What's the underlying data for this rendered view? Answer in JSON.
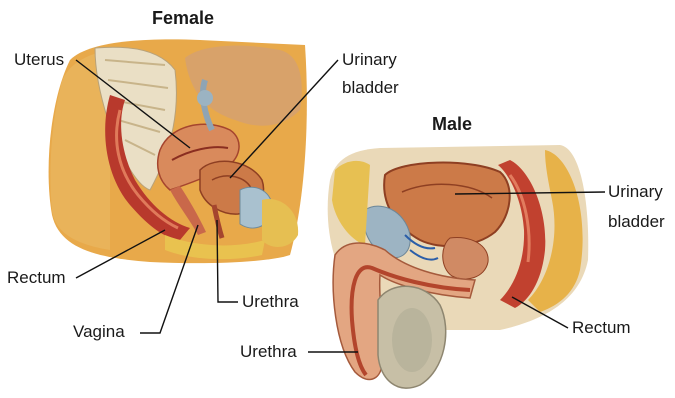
{
  "female": {
    "title": "Female",
    "labels": {
      "uterus": "Uterus",
      "bladder_line1": "Urinary",
      "bladder_line2": "bladder",
      "rectum": "Rectum",
      "vagina": "Vagina",
      "urethra": "Urethra"
    }
  },
  "male": {
    "title": "Male",
    "labels": {
      "bladder_line1": "Urinary",
      "bladder_line2": "bladder",
      "rectum": "Rectum",
      "urethra": "Urethra"
    }
  },
  "colors": {
    "fat": "#e8b84a",
    "muscle": "#c0412f",
    "organ": "#d98a5c",
    "bladder": "#cc7a48",
    "bone": "#e9dcc0",
    "skin": "#f0c08a",
    "leader": "#111111"
  }
}
